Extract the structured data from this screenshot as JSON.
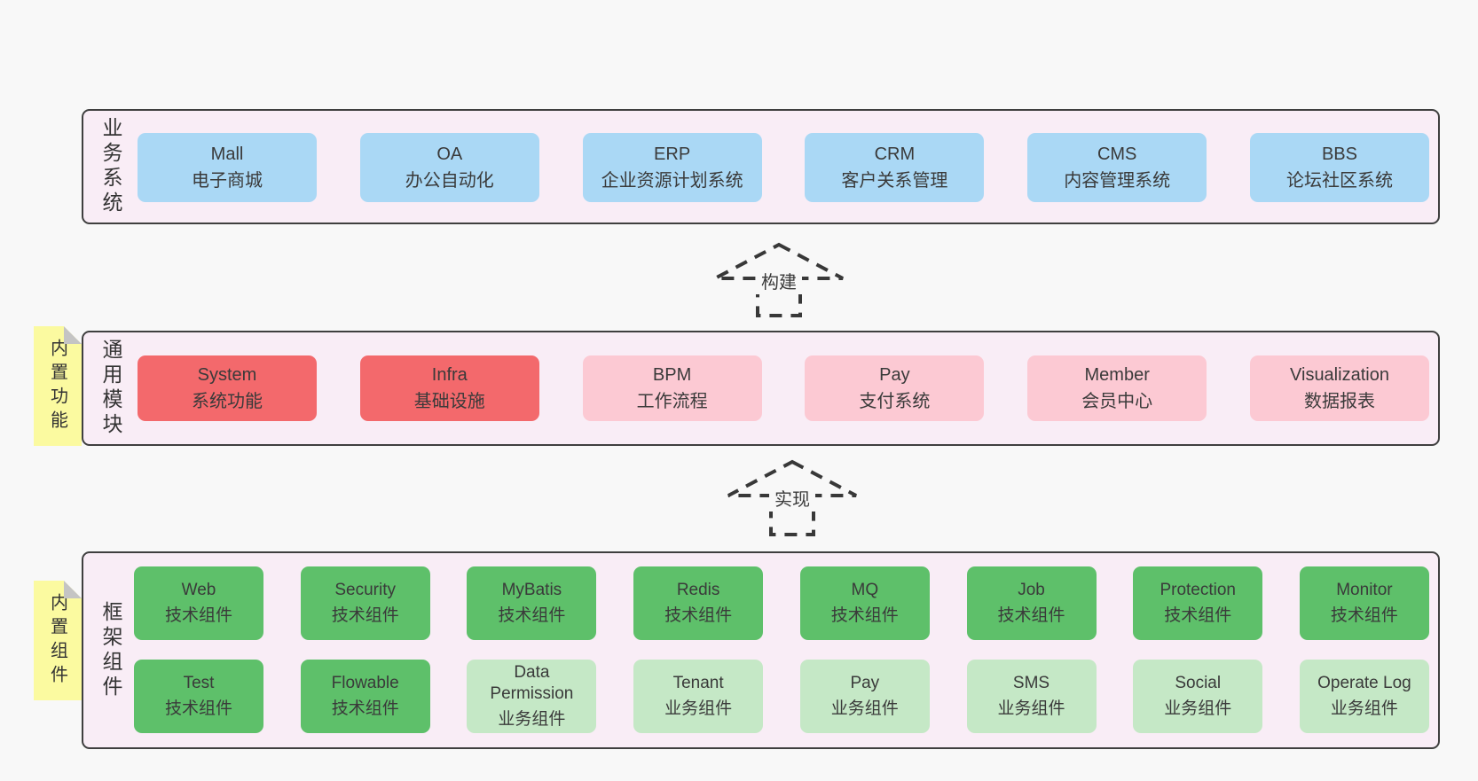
{
  "colors": {
    "page_bg": "#f8f8f8",
    "panel_bg": "#f9edf6",
    "panel_border": "#3f3f3f",
    "business_box": "#aad8f5",
    "module_highlight_box": "#f3696c",
    "module_box": "#fcc9d3",
    "tech_component_box": "#5ec06a",
    "biz_component_box": "#c5e8c6",
    "sticky_note": "#fbfaa0",
    "note_fold": "#c4c4c4",
    "text": "#3a3a3a"
  },
  "arrows": [
    {
      "label": "构建"
    },
    {
      "label": "实现"
    }
  ],
  "layers": [
    {
      "id": "business",
      "side_label": "业务系统",
      "boxes": [
        {
          "name": "Mall",
          "desc": "电子商城"
        },
        {
          "name": "OA",
          "desc": "办公自动化"
        },
        {
          "name": "ERP",
          "desc": "企业资源计划系统"
        },
        {
          "name": "CRM",
          "desc": "客户关系管理"
        },
        {
          "name": "CMS",
          "desc": "内容管理系统"
        },
        {
          "name": "BBS",
          "desc": "论坛社区系统"
        }
      ]
    },
    {
      "id": "modules",
      "side_label": "通用模块",
      "note": "内置功能",
      "boxes": [
        {
          "name": "System",
          "desc": "系统功能",
          "variant": "red"
        },
        {
          "name": "Infra",
          "desc": "基础设施",
          "variant": "red"
        },
        {
          "name": "BPM",
          "desc": "工作流程",
          "variant": "pink"
        },
        {
          "name": "Pay",
          "desc": "支付系统",
          "variant": "pink"
        },
        {
          "name": "Member",
          "desc": "会员中心",
          "variant": "pink"
        },
        {
          "name": "Visualization",
          "desc": "数据报表",
          "variant": "pink"
        }
      ]
    },
    {
      "id": "components",
      "side_label": "框架组件",
      "note": "内置组件",
      "rows": [
        [
          {
            "name": "Web",
            "desc": "技术组件",
            "variant": "green"
          },
          {
            "name": "Security",
            "desc": "技术组件",
            "variant": "green"
          },
          {
            "name": "MyBatis",
            "desc": "技术组件",
            "variant": "green"
          },
          {
            "name": "Redis",
            "desc": "技术组件",
            "variant": "green"
          },
          {
            "name": "MQ",
            "desc": "技术组件",
            "variant": "green"
          },
          {
            "name": "Job",
            "desc": "技术组件",
            "variant": "green"
          },
          {
            "name": "Protection",
            "desc": "技术组件",
            "variant": "green"
          },
          {
            "name": "Monitor",
            "desc": "技术组件",
            "variant": "green"
          }
        ],
        [
          {
            "name": "Test",
            "desc": "技术组件",
            "variant": "green"
          },
          {
            "name": "Flowable",
            "desc": "技术组件",
            "variant": "green"
          },
          {
            "name": "Data Permission",
            "desc": "业务组件",
            "variant": "lightgreen"
          },
          {
            "name": "Tenant",
            "desc": "业务组件",
            "variant": "lightgreen"
          },
          {
            "name": "Pay",
            "desc": "业务组件",
            "variant": "lightgreen"
          },
          {
            "name": "SMS",
            "desc": "业务组件",
            "variant": "lightgreen"
          },
          {
            "name": "Social",
            "desc": "业务组件",
            "variant": "lightgreen"
          },
          {
            "name": "Operate Log",
            "desc": "业务组件",
            "variant": "lightgreen"
          }
        ]
      ]
    }
  ]
}
